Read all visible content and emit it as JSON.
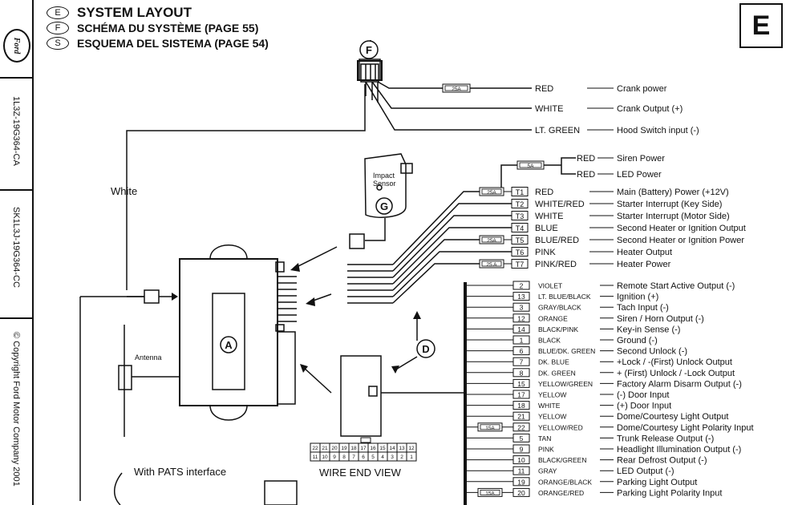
{
  "brand": {
    "logo_text": "Ford"
  },
  "side_labels": [
    "1L3Z-19G364-CA",
    "SK1L3J-19G364-CC",
    "© Copyright Ford Motor Company 2001"
  ],
  "titles": [
    {
      "letter": "E",
      "text": "SYSTEM LAYOUT"
    },
    {
      "letter": "F",
      "text": "SCHÉMA DU SYSTÈME (PAGE 55)"
    },
    {
      "letter": "S",
      "text": "ESQUEMA DEL SISTEMA (PAGE 54)"
    }
  ],
  "section_badge": "E",
  "callouts": {
    "a": "A",
    "d": "D",
    "f": "F",
    "g": "G"
  },
  "labels": {
    "white": "White",
    "impact_sensor": [
      "Impact",
      "Sensor"
    ],
    "antenna": "Antenna",
    "pats": "With PATS interface",
    "wire_end_view": "WIRE END VIEW"
  },
  "connector_f": [
    {
      "color": "RED",
      "function": "Crank power",
      "fuse": "25A"
    },
    {
      "color": "WHITE",
      "function": "Crank Output (+)",
      "fuse": ""
    },
    {
      "color": "LT. GREEN",
      "function": "Hood Switch input (-)",
      "fuse": ""
    }
  ],
  "siren_led": {
    "fuse": "5A",
    "wires": [
      {
        "color": "RED",
        "function": "Siren Power"
      },
      {
        "color": "RED",
        "function": "LED Power"
      }
    ]
  },
  "terminals": [
    {
      "pin": "T1",
      "color": "RED",
      "function": "Main (Battery) Power (+12V)",
      "fuse": "25A"
    },
    {
      "pin": "T2",
      "color": "WHITE/RED",
      "function": "Starter Interrupt (Key Side)",
      "fuse": ""
    },
    {
      "pin": "T3",
      "color": "WHITE",
      "function": "Starter Interrupt (Motor Side)",
      "fuse": ""
    },
    {
      "pin": "T4",
      "color": "BLUE",
      "function": "Second Heater or Ignition Output",
      "fuse": ""
    },
    {
      "pin": "T5",
      "color": "BLUE/RED",
      "function": "Second Heater or Ignition Power",
      "fuse": "25A"
    },
    {
      "pin": "T6",
      "color": "PINK",
      "function": "Heater Output",
      "fuse": ""
    },
    {
      "pin": "T7",
      "color": "PINK/RED",
      "function": "Heater Power",
      "fuse": "25 A"
    }
  ],
  "pins": [
    {
      "pin": "2",
      "color": "VIOLET",
      "function": "Remote Start Active Output (-)",
      "fuse": ""
    },
    {
      "pin": "13",
      "color": "LT. BLUE/BLACK",
      "function": "Ignition (+)",
      "fuse": ""
    },
    {
      "pin": "3",
      "color": "GRAY/BLACK",
      "function": "Tach Input (-)",
      "fuse": ""
    },
    {
      "pin": "12",
      "color": "ORANGE",
      "function": "Siren / Horn Output (-)",
      "fuse": ""
    },
    {
      "pin": "14",
      "color": "BLACK/PINK",
      "function": "Key-in Sense (-)",
      "fuse": ""
    },
    {
      "pin": "1",
      "color": "BLACK",
      "function": "Ground (-)",
      "fuse": ""
    },
    {
      "pin": "6",
      "color": "BLUE/DK. GREEN",
      "function": "Second Unlock (-)",
      "fuse": ""
    },
    {
      "pin": "7",
      "color": "DK. BLUE",
      "function": "+Lock / -(First) Unlock Output",
      "fuse": ""
    },
    {
      "pin": "8",
      "color": "DK. GREEN",
      "function": "+ (First) Unlock / -Lock Output",
      "fuse": ""
    },
    {
      "pin": "15",
      "color": "YELLOW/GREEN",
      "function": "Factory Alarm Disarm Output (-)",
      "fuse": ""
    },
    {
      "pin": "17",
      "color": "YELLOW",
      "function": "(-) Door Input",
      "fuse": ""
    },
    {
      "pin": "18",
      "color": "WHITE",
      "function": "(+) Door Input",
      "fuse": ""
    },
    {
      "pin": "21",
      "color": "YELLOW",
      "function": "Dome/Courtesy Light Output",
      "fuse": ""
    },
    {
      "pin": "22",
      "color": "YELLOW/RED",
      "function": "Dome/Courtesy Light Polarity Input",
      "fuse": "15A"
    },
    {
      "pin": "5",
      "color": "TAN",
      "function": "Trunk Release Output (-)",
      "fuse": ""
    },
    {
      "pin": "9",
      "color": "PINK",
      "function": "Headlight Illumination Output (-)",
      "fuse": ""
    },
    {
      "pin": "10",
      "color": "BLACK/GREEN",
      "function": "Rear Defrost Output (-)",
      "fuse": ""
    },
    {
      "pin": "11",
      "color": "GRAY",
      "function": "LED Output (-)",
      "fuse": ""
    },
    {
      "pin": "19",
      "color": "ORANGE/BLACK",
      "function": "Parking Light Output",
      "fuse": ""
    },
    {
      "pin": "20",
      "color": "ORANGE/RED",
      "function": "Parking Light Polarity Input",
      "fuse": "15A"
    }
  ],
  "wire_end_grid": {
    "top": [
      "22",
      "21",
      "20",
      "19",
      "18",
      "17",
      "16",
      "15",
      "14",
      "13",
      "12"
    ],
    "bottom": [
      "11",
      "10",
      "9",
      "8",
      "7",
      "6",
      "5",
      "4",
      "3",
      "2",
      "1"
    ]
  }
}
